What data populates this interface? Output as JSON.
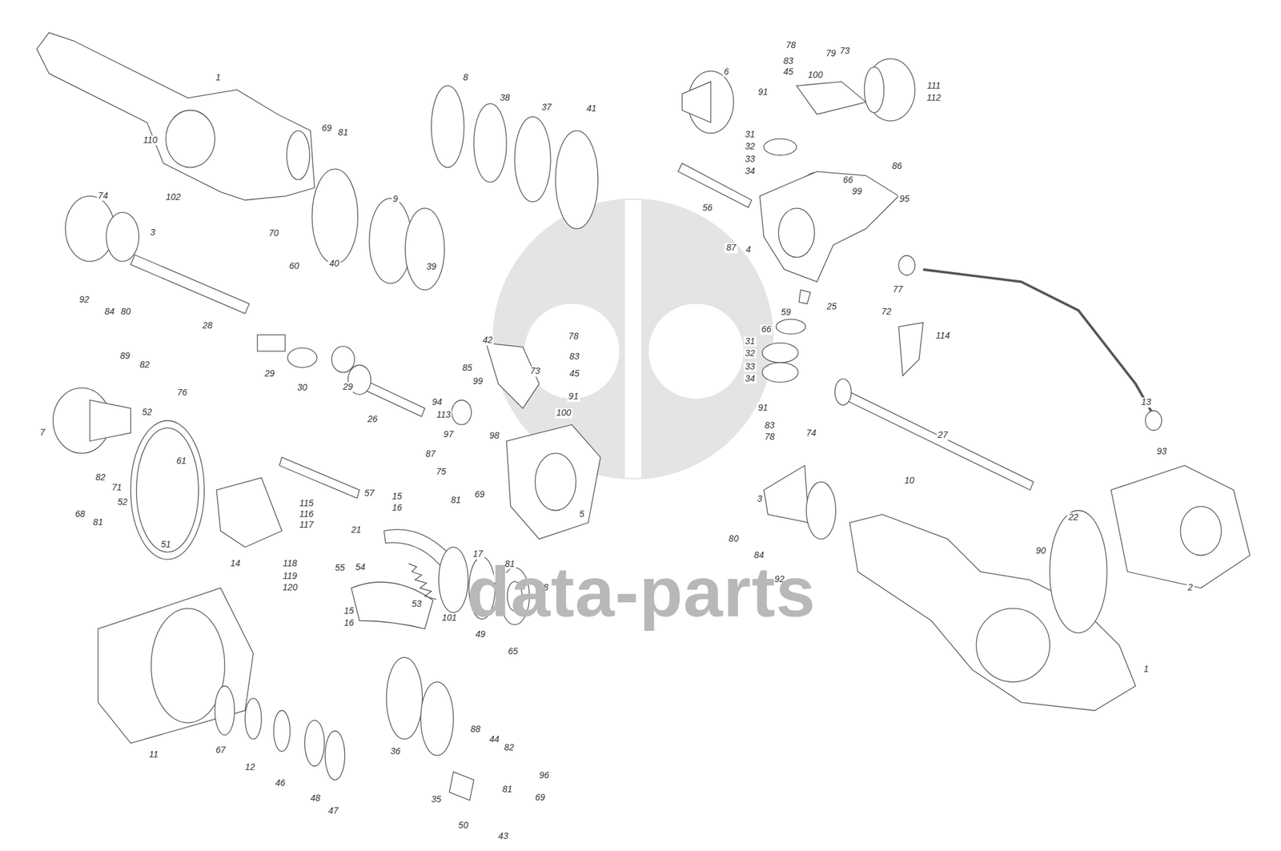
{
  "diagram": {
    "labels": [
      "1",
      "110",
      "102",
      "69",
      "81",
      "70",
      "60",
      "40",
      "9",
      "39",
      "8",
      "38",
      "37",
      "41",
      "74",
      "3",
      "92",
      "84",
      "80",
      "28",
      "29",
      "30",
      "29",
      "26",
      "42",
      "78",
      "83",
      "45",
      "85",
      "99",
      "73",
      "91",
      "94",
      "113",
      "100",
      "87",
      "97",
      "98",
      "75",
      "81",
      "69",
      "5",
      "89",
      "82",
      "76",
      "52",
      "7",
      "61",
      "82",
      "71",
      "52",
      "68",
      "81",
      "51",
      "14",
      "57",
      "115",
      "116",
      "117",
      "118",
      "119",
      "120",
      "55",
      "21",
      "15",
      "16",
      "54",
      "17",
      "81",
      "58",
      "68",
      "53",
      "15",
      "16",
      "101",
      "49",
      "65",
      "11",
      "67",
      "12",
      "46",
      "48",
      "47",
      "36",
      "35",
      "50",
      "43",
      "88",
      "44",
      "82",
      "96",
      "81",
      "69",
      "78",
      "83",
      "45",
      "79",
      "73",
      "100",
      "91",
      "111",
      "112",
      "6",
      "31",
      "32",
      "33",
      "34",
      "66",
      "99",
      "86",
      "95",
      "56",
      "87",
      "4",
      "77",
      "25",
      "72",
      "59",
      "66",
      "114",
      "31",
      "32",
      "33",
      "34",
      "91",
      "83",
      "78",
      "13",
      "74",
      "27",
      "3",
      "93",
      "10",
      "90",
      "22",
      "80",
      "84",
      "92",
      "2",
      "1",
      "data-parts"
    ]
  }
}
